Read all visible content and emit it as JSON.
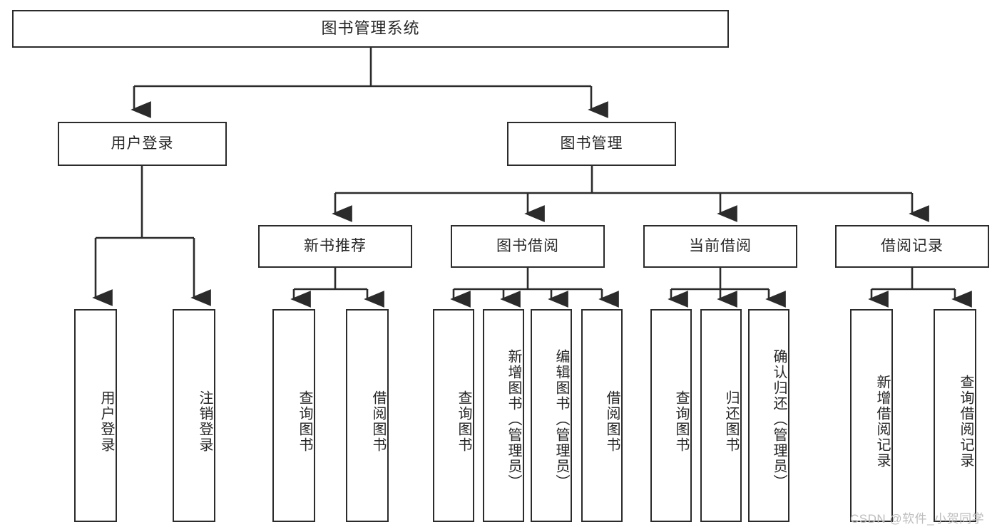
{
  "diagram": {
    "title": "图书管理系统",
    "type": "tree",
    "root": {
      "label": "图书管理系统"
    },
    "level2": [
      {
        "label": "用户登录"
      },
      {
        "label": "图书管理"
      }
    ],
    "level3": [
      {
        "label": "新书推荐"
      },
      {
        "label": "图书借阅"
      },
      {
        "label": "当前借阅"
      },
      {
        "label": "借阅记录"
      }
    ],
    "leaves": {
      "user_login": [
        {
          "label": "用户登录"
        },
        {
          "label": "注销登录"
        }
      ],
      "new_book_recommend": [
        {
          "label": "查询图书"
        },
        {
          "label": "借阅图书"
        }
      ],
      "book_borrow": [
        {
          "label": "查询图书"
        },
        {
          "label": "新增图书（管理员）"
        },
        {
          "label": "编辑图书（管理员）"
        },
        {
          "label": "借阅图书"
        }
      ],
      "current_borrow": [
        {
          "label": "查询图书"
        },
        {
          "label": "归还图书"
        },
        {
          "label": "确认归还（管理员）"
        }
      ],
      "borrow_record": [
        {
          "label": "新增借阅记录"
        },
        {
          "label": "查询借阅记录"
        }
      ]
    }
  },
  "watermark": {
    "text": "CSDN @软件_小贺同学"
  },
  "colors": {
    "border": "#2b2b2b",
    "text": "#262626",
    "background": "#ffffff",
    "watermark": "#bdbdbd"
  }
}
